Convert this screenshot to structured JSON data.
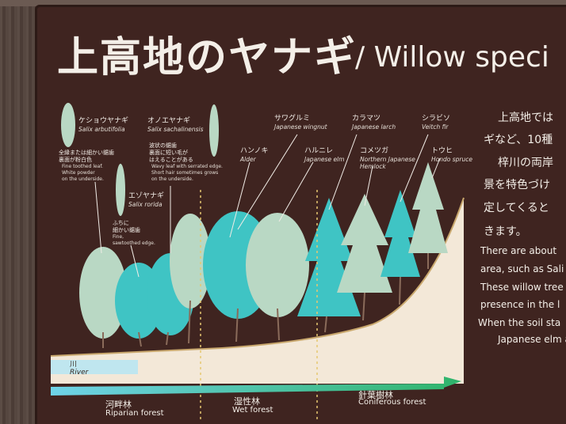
{
  "title": {
    "ja": "上高地のヤナギ",
    "en": "/ Willow speci"
  },
  "species": [
    {
      "ja": "ケショウヤナギ",
      "latin": "Salix arbutifolia"
    },
    {
      "ja": "オノエヤナギ",
      "latin": "Salix sachalinensis"
    },
    {
      "ja": "エゾヤナギ",
      "latin": "Salix rorida"
    },
    {
      "ja": "サワグルミ",
      "en": "Japanese wingnut"
    },
    {
      "ja": "ハンノキ",
      "en": "Alder"
    },
    {
      "ja": "ハルニレ",
      "en": "Japanese elm"
    },
    {
      "ja": "カラマツ",
      "en": "Japanese larch"
    },
    {
      "ja": "コメツガ",
      "en": "Northern Japanese Hemlock"
    },
    {
      "ja": "シラビソ",
      "en": "Veitch fir"
    },
    {
      "ja": "トウヒ",
      "en": "Hondo spruce"
    }
  ],
  "notes": [
    {
      "ja1": "全縁または細かい鋸歯",
      "ja2": "裏面が粉白色",
      "en1": "Fine toothed leaf.",
      "en2": "White powder",
      "en3": "on the underside."
    },
    {
      "ja1": "波状の鋸歯",
      "ja2": "裏面に短い毛が",
      "ja3": "はえることがある",
      "en1": "Wavy leaf with serrated edge.",
      "en2": "Short hair sometimes grows",
      "en3": "on the underside."
    },
    {
      "ja1": "ふちに",
      "ja2": "細かい鋸歯",
      "en1": "Fine,",
      "en2": "sawtoothed edge."
    }
  ],
  "river": {
    "ja": "川",
    "en": "River"
  },
  "zones": [
    {
      "ja": "河畔林",
      "en": "Riparian forest"
    },
    {
      "ja": "湿性林",
      "en": "Wet forest"
    },
    {
      "ja": "針葉樹林",
      "en": "Coniferous forest"
    }
  ],
  "body_ja": [
    "上高地では",
    "ギなど、10種",
    "梓川の両岸",
    "景を特色づけ",
    "定してくると",
    "きます。"
  ],
  "body_en": [
    "There are about",
    "area, such as Sali",
    "These willow tree",
    "presence in the l",
    "When the soil sta",
    "Japanese elm and"
  ],
  "colors": {
    "board": "#3f2420",
    "teal": "#3fc4c4",
    "pale_green": "#b9d8c4",
    "ground": "#f3e8d8",
    "arrow": "#2fb89a"
  }
}
